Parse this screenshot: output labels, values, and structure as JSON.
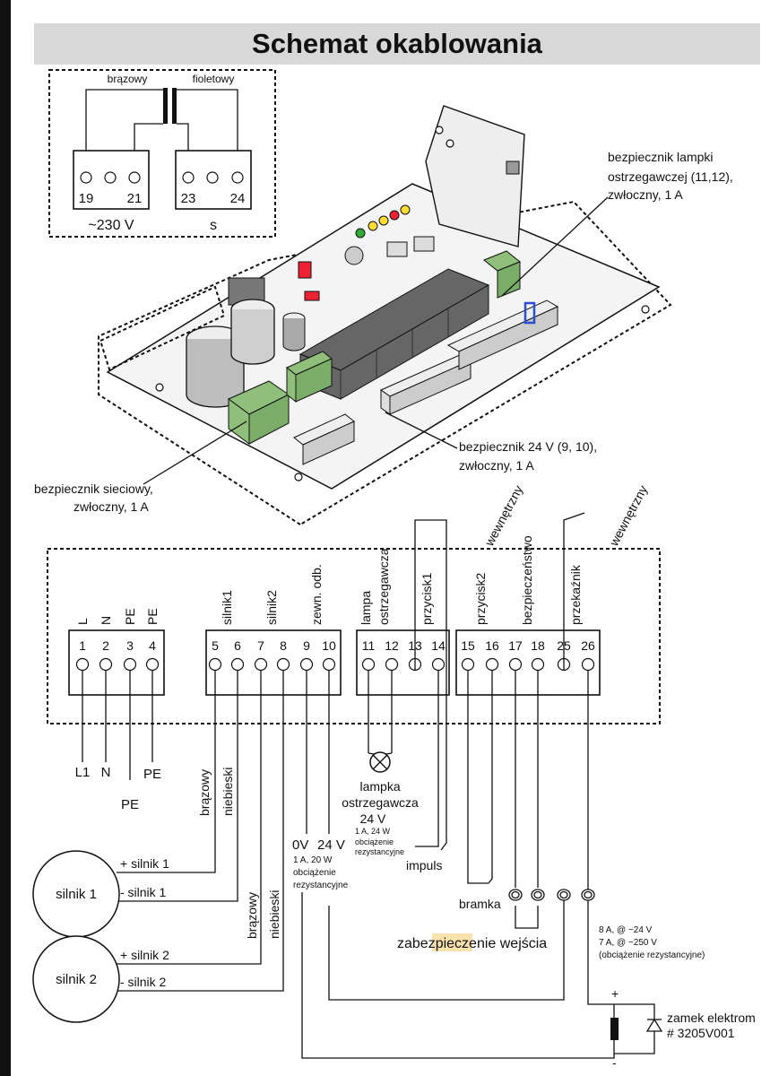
{
  "title": "Schemat okablowania",
  "transformer": {
    "wire_left": "brązowy",
    "wire_right": "fioletowy",
    "left_block": [
      "19",
      "21"
    ],
    "right_block": [
      "23",
      "24"
    ],
    "left_label": "~230 V",
    "right_label": "s"
  },
  "board_callouts": {
    "lamp_fuse": [
      "bezpiecznik lampki",
      "ostrzegawczej (11,12),",
      "zwłoczny, 1 A"
    ],
    "fuse_24v": [
      "bezpiecznik 24 V (9, 10),",
      "zwłoczny, 1 A"
    ],
    "mains_fuse": [
      "bezpiecznik sieciowy,",
      "zwłoczny, 1 A"
    ]
  },
  "terminals": {
    "block1": {
      "numbers": [
        "1",
        "2",
        "3",
        "4"
      ],
      "labels": [
        "L",
        "N",
        "PE",
        "PE"
      ]
    },
    "block2": {
      "numbers": [
        "5",
        "6",
        "7",
        "8",
        "9",
        "10"
      ],
      "labels": [
        "silnik1",
        "silnik2",
        "zewn. odb."
      ]
    },
    "block3": {
      "numbers": [
        "11",
        "12",
        "13",
        "14"
      ],
      "labels": [
        "lampa",
        "ostrzegawcza",
        "przycisk1"
      ]
    },
    "block4": {
      "numbers": [
        "15",
        "16",
        "17",
        "18",
        "25",
        "26"
      ],
      "labels": [
        "przycisk2",
        "bezpieczeństwo",
        "przekaźnik"
      ]
    },
    "wewnetrzny": "wewnętrzny"
  },
  "connections": {
    "mains": [
      "L1",
      "N",
      "PE",
      "PE"
    ],
    "wire_brown": "brązowy",
    "wire_blue": "niebieski",
    "motor1": {
      "name": "silnik 1",
      "plus": "+ silnik 1",
      "minus": "- silnik 1"
    },
    "motor2": {
      "name": "silnik 2",
      "plus": "+ silnik 2",
      "minus": "- silnik 2"
    },
    "v0": "0V",
    "v24": "24 V",
    "ext_load": [
      "1 A, 20 W",
      "obciążenie",
      "rezystancyjne"
    ],
    "lamp": [
      "lampka",
      "ostrzegawcza",
      "24 V"
    ],
    "lamp_load": [
      "1 A, 24 W",
      "obciążenie",
      "rezystancyjne"
    ],
    "impuls": "impuls",
    "bramka": "bramka",
    "safety_input": "zabezpieczenie wejścia",
    "relay_rating": [
      "8 A, @ ~24 V",
      "7 A, @ ~250 V",
      "(obciążenie rezystancyjne)"
    ],
    "lock": [
      "zamek elektrom",
      "# 3205V001"
    ],
    "plus": "+",
    "minus": "-"
  }
}
